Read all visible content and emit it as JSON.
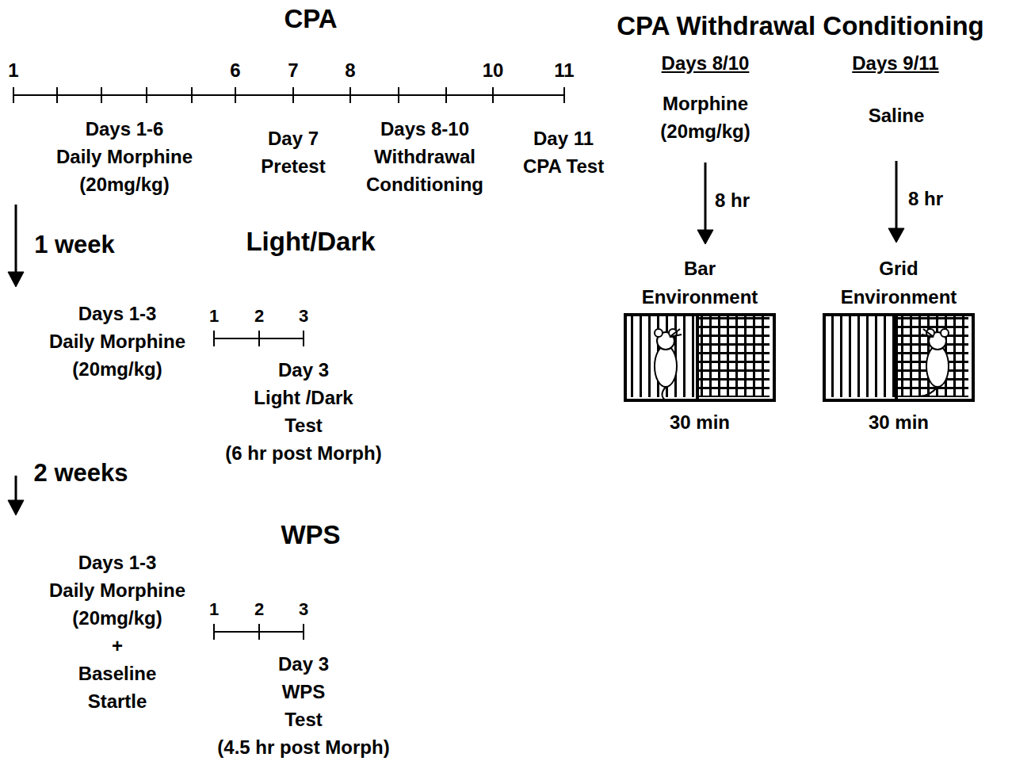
{
  "diagram": {
    "nodes": [
      {
        "text": [
          "Bar Environment",
          "30 min"
        ]
      },
      {
        "text": [
          "Grid Environment",
          "30 min"
        ]
      }
    ],
    "labels": [
      "CPA",
      "1",
      "6",
      "7",
      "8",
      "10",
      "11",
      "Days 1-6 Daily Morphine (20mg/kg)",
      "Day 7 Pretest",
      "Days 8-10 Withdrawal Conditioning",
      "Day 11 CPA Test",
      "CPA Withdrawal Conditioning",
      "Days 8/10",
      "Days 9/11",
      "Morphine (20mg/kg)",
      "Saline",
      "8 hr",
      "8 hr",
      "1 week",
      "Light/Dark",
      "Days 1-3 Daily Morphine (20mg/kg)",
      "1",
      "2",
      "3",
      "Day 3 Light /Dark Test (6 hr post Morph)",
      "2 weeks",
      "WPS",
      "Days 1-3 Daily Morphine (20mg/kg) + Baseline Startle",
      "1",
      "2",
      "3",
      "Day 3 WPS Test (4.5 hr post Morph)"
    ]
  }
}
